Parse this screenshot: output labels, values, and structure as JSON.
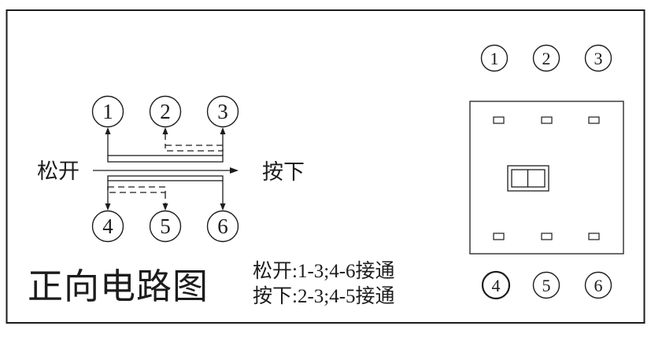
{
  "title": "正向电路图",
  "schematic": {
    "label_left": "松开",
    "label_right": "按下",
    "terminals_top": [
      "1",
      "2",
      "3"
    ],
    "terminals_bottom": [
      "4",
      "5",
      "6"
    ]
  },
  "notes": {
    "line1": "松开:1-3;4-6接通",
    "line2": "按下:2-3;4-5接通"
  },
  "switch_view": {
    "terminals_top": [
      "1",
      "2",
      "3"
    ],
    "terminals_bottom": [
      "4",
      "5",
      "6"
    ]
  },
  "colors": {
    "ink": "#1c1c1c",
    "background": "#ffffff"
  }
}
